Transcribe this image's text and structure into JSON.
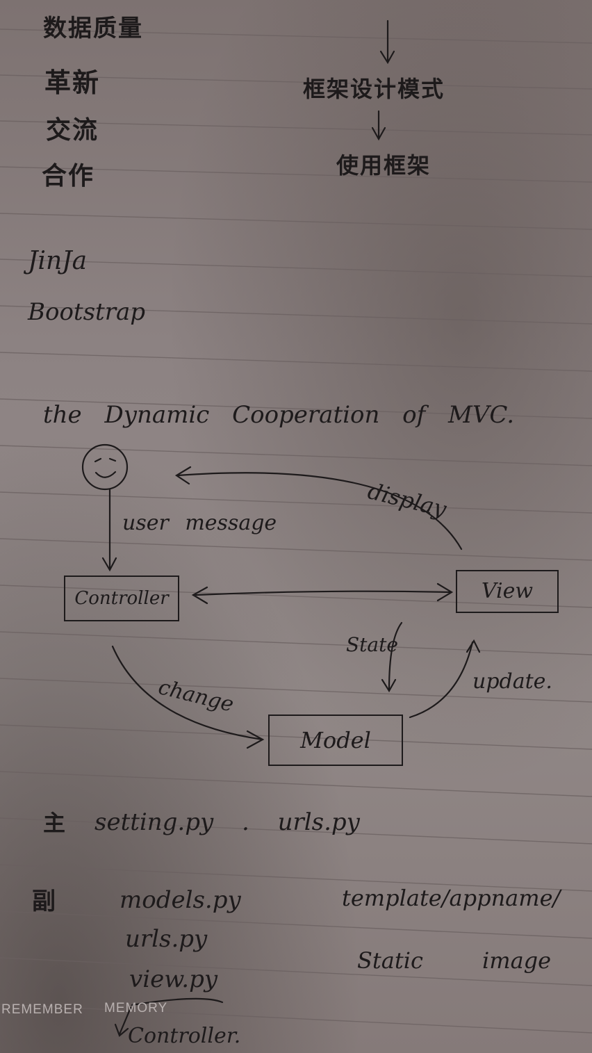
{
  "left_list": [
    "数据质量",
    "革新",
    "交流",
    "合作"
  ],
  "right_flow": [
    "框架设计模式",
    "使用框架"
  ],
  "tech": [
    "JinJa",
    "Bootstrap"
  ],
  "diagram": {
    "title": "the Dynamic Cooperation of MVC.",
    "controller": "Controller",
    "view": "View",
    "model": "Model",
    "user_message": "user message",
    "display": "display",
    "state": "State",
    "change": "change",
    "update": "update."
  },
  "main": {
    "label": "主",
    "files": "setting.py . urls.py"
  },
  "sub": {
    "label": "副",
    "files": [
      "models.py",
      "urls.py",
      "view.py"
    ],
    "template": "template/appname/",
    "static": "Static",
    "image": "image",
    "controller_note": "Controller."
  },
  "footer": {
    "left": "REMEMBER",
    "right": "MEMORY"
  }
}
